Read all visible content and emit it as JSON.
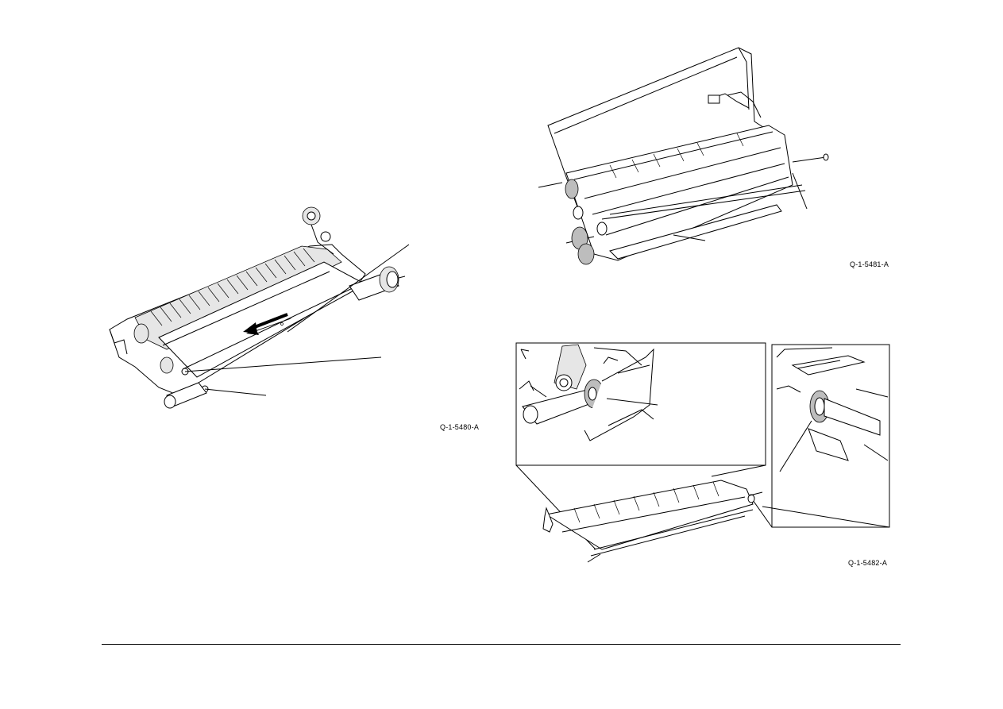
{
  "figures": [
    {
      "code": "Q-1-5480-A"
    },
    {
      "code": "Q-1-5481-A"
    },
    {
      "code": "Q-1-5482-A"
    }
  ]
}
